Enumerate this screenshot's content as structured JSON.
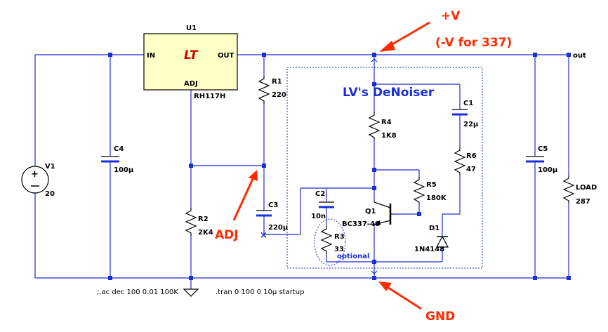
{
  "regulator": {
    "ref": "U1",
    "pin_in": "IN",
    "pin_out": "OUT",
    "pin_adj": "ADJ",
    "part": "RH117H",
    "logo": "LT"
  },
  "components": {
    "v1": {
      "ref": "V1",
      "value": "20"
    },
    "c4": {
      "ref": "C4",
      "value": "100µ"
    },
    "r1": {
      "ref": "R1",
      "value": "220"
    },
    "r2": {
      "ref": "R2",
      "value": "2K4"
    },
    "c3": {
      "ref": "C3",
      "value": "220µ"
    },
    "r4": {
      "ref": "R4",
      "value": "1K8"
    },
    "c1": {
      "ref": "C1",
      "value": "22µ"
    },
    "r6": {
      "ref": "R6",
      "value": "47"
    },
    "r5": {
      "ref": "R5",
      "value": "180K"
    },
    "c2": {
      "ref": "C2",
      "value": "10n"
    },
    "r3": {
      "ref": "R3",
      "value": "33"
    },
    "q1": {
      "ref": "Q1",
      "value": "BC337-40"
    },
    "d1": {
      "ref": "D1",
      "value": "1N4148"
    },
    "c5": {
      "ref": "C5",
      "value": "100µ"
    },
    "load": {
      "ref": "LOAD",
      "value": "287"
    }
  },
  "labels": {
    "denoiser_title": "LV's DeNoiser",
    "optional": "optional",
    "out_net": "out",
    "plus_v": "+V",
    "minus_v_note": "(-V for 337)",
    "adj": "ADJ",
    "gnd": "GND"
  },
  "directives": {
    "ac": ";.ac dec 100 0.01 100K",
    "tran": ".tran 0 100 0 10µ startup"
  },
  "colors": {
    "wire": "#1a2fd6",
    "annotation": "#ff2a00",
    "regulator_fill": "#ffffc8"
  }
}
